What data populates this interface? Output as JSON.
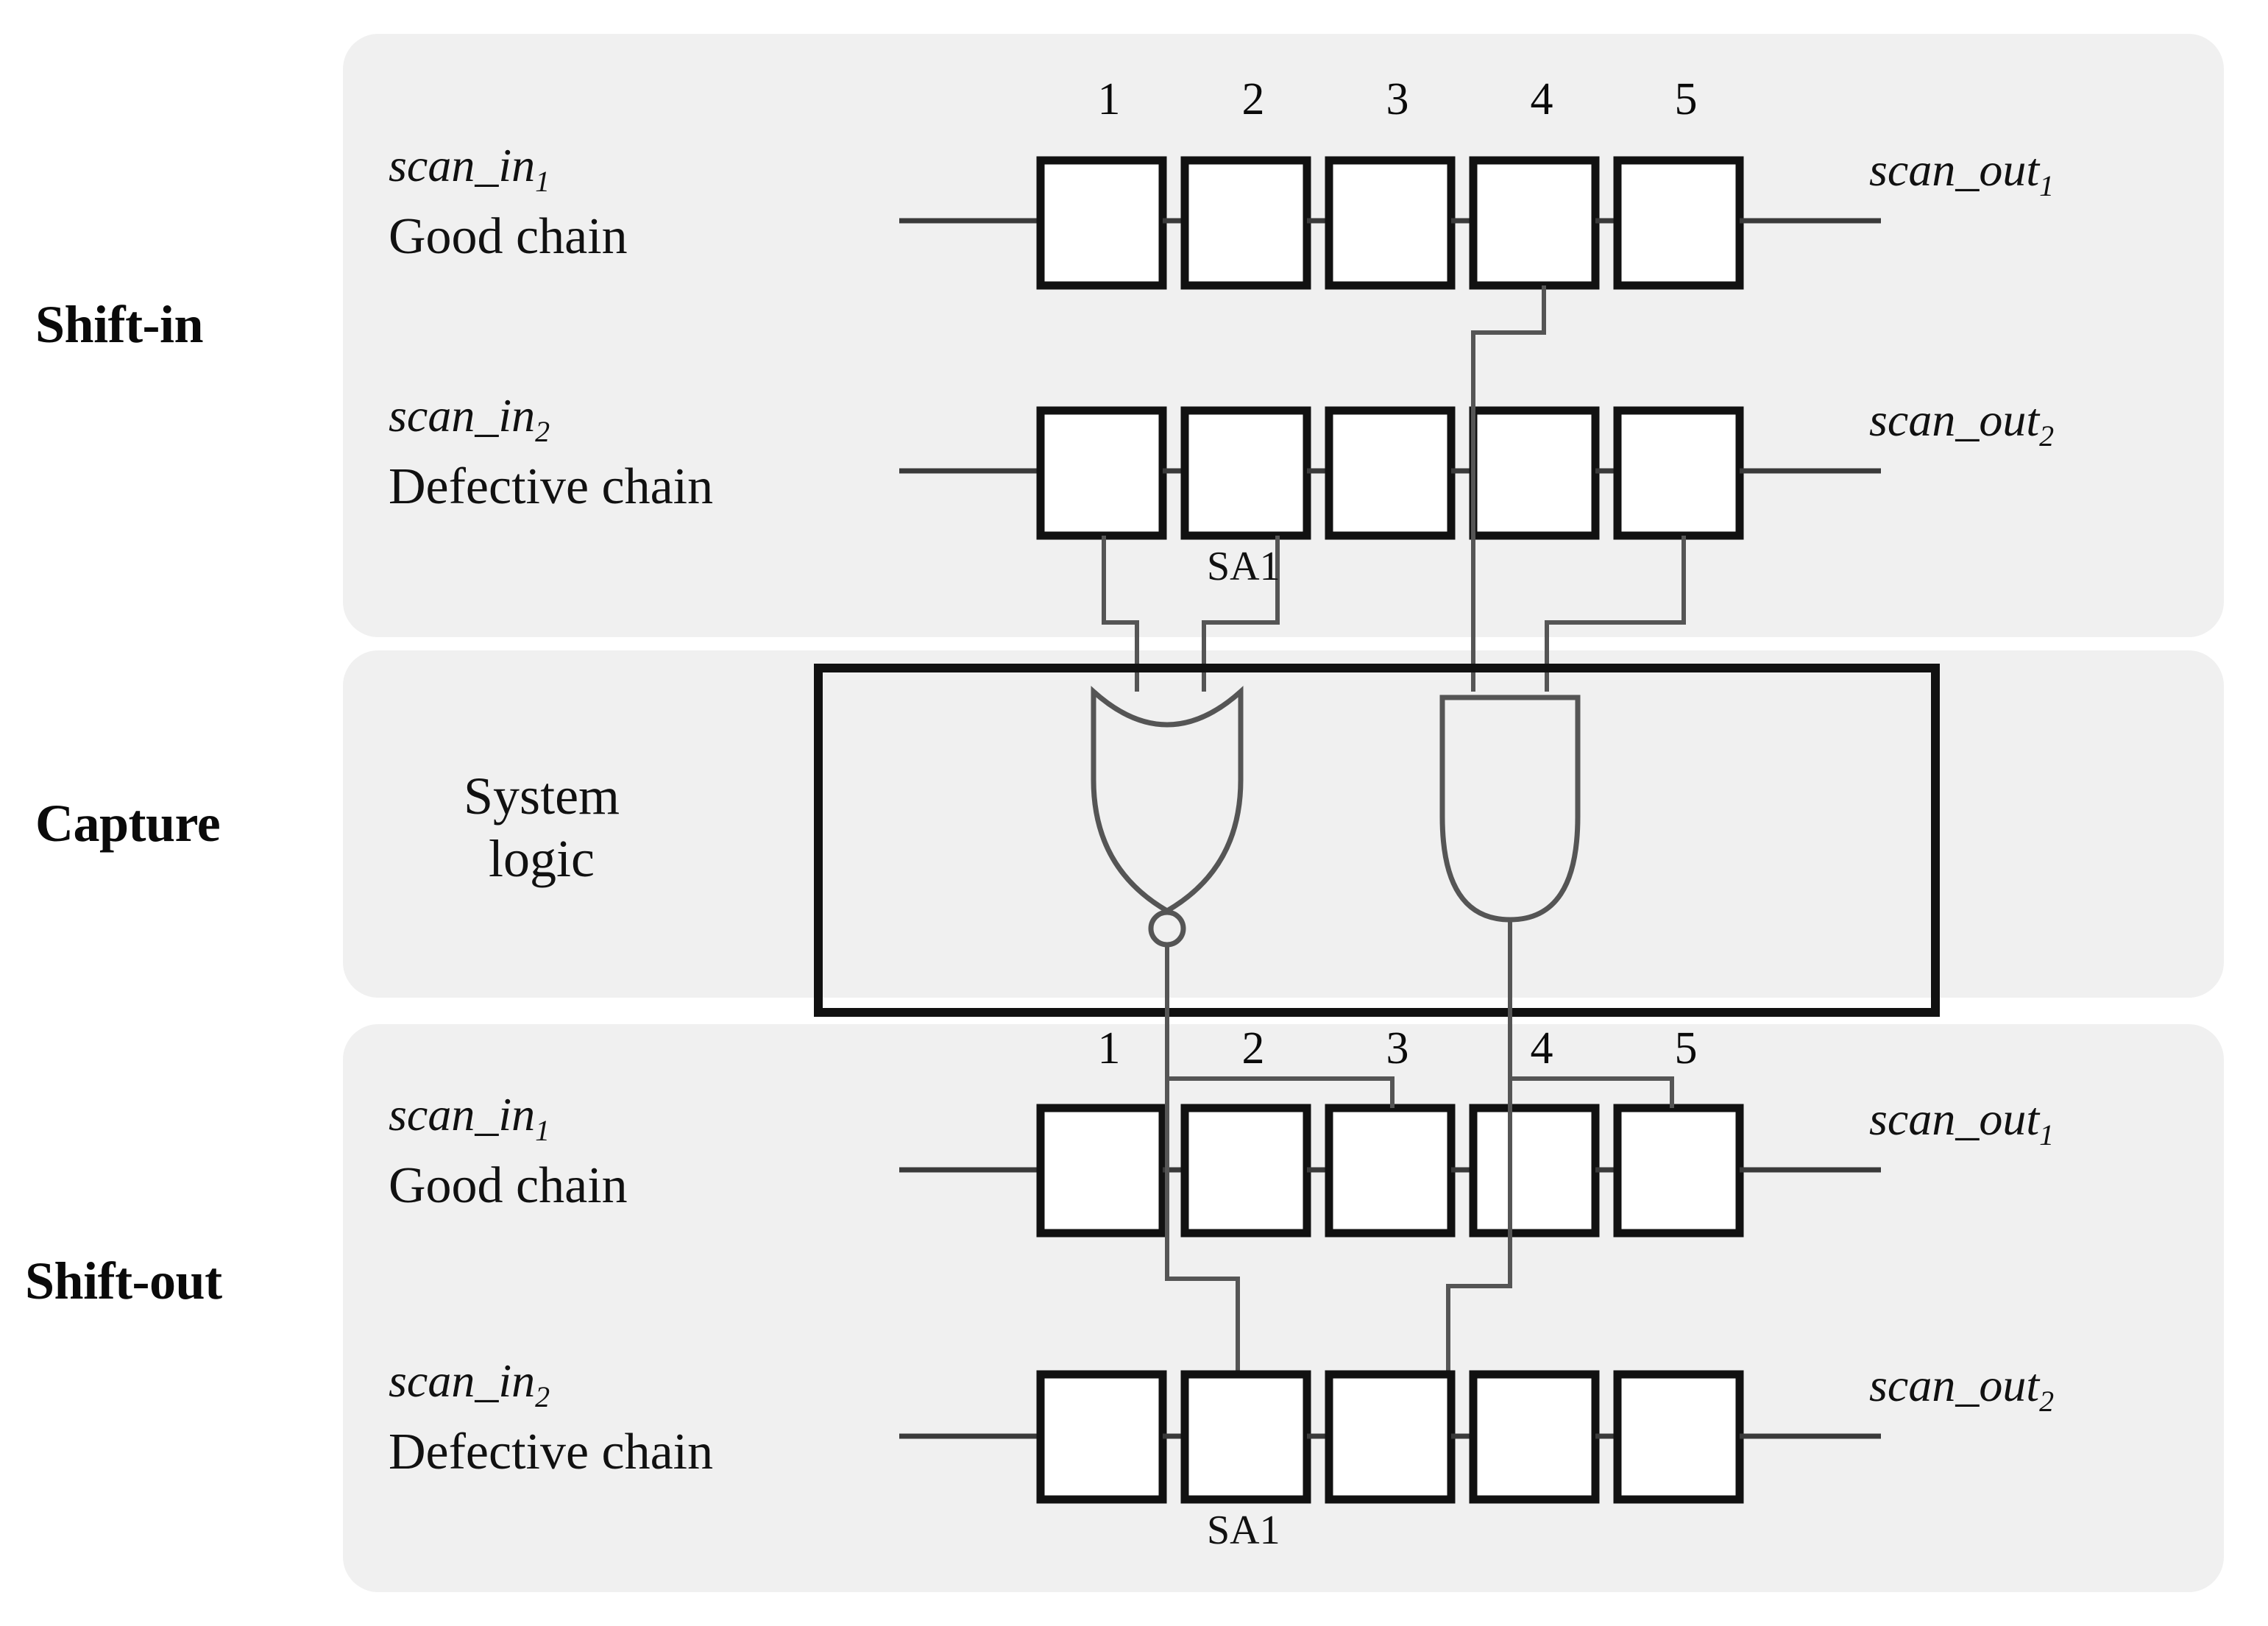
{
  "figure": {
    "title": "Scan chain shift-in, capture and shift-out diagram",
    "background": "#ffffff",
    "panel_fill": "#f0f0f0",
    "line_color": "#404040",
    "box_border_color": "#111111"
  },
  "phases": [
    {
      "id": "shift-in",
      "label": "Shift-in"
    },
    {
      "id": "capture",
      "label": "Capture"
    },
    {
      "id": "shift-out",
      "label": "Shift-out"
    }
  ],
  "shift_in": {
    "good_chain": {
      "scan_in_label": "scan_in",
      "scan_in_sub": "1",
      "name": "Good chain",
      "scan_out_label": "scan_out",
      "scan_out_sub": "1",
      "flipflops": [
        "1",
        "2",
        "3",
        "4",
        "5"
      ]
    },
    "defective_chain": {
      "scan_in_label": "scan_in",
      "scan_in_sub": "2",
      "name": "Defective chain",
      "scan_out_label": "scan_out",
      "scan_out_sub": "2",
      "flipflops": [
        "1",
        "2",
        "3",
        "4",
        "5"
      ],
      "fault_label": "SA1"
    }
  },
  "capture": {
    "system_logic_line1": "System",
    "system_logic_line2": "logic",
    "gates": [
      {
        "id": "nor-gate",
        "type": "NOR",
        "inverted": true,
        "inputs": 2
      },
      {
        "id": "and-gate",
        "type": "AND",
        "inverted": false,
        "inputs": 2
      }
    ]
  },
  "shift_out": {
    "good_chain": {
      "scan_in_label": "scan_in",
      "scan_in_sub": "1",
      "name": "Good chain",
      "scan_out_label": "scan_out",
      "scan_out_sub": "1",
      "flipflops": [
        "1",
        "2",
        "3",
        "4",
        "5"
      ]
    },
    "defective_chain": {
      "scan_in_label": "scan_in",
      "scan_in_sub": "2",
      "name": "Defective chain",
      "scan_out_label": "scan_out",
      "scan_out_sub": "2",
      "flipflops": [
        "1",
        "2",
        "3",
        "4",
        "5"
      ],
      "fault_label": "SA1"
    }
  }
}
